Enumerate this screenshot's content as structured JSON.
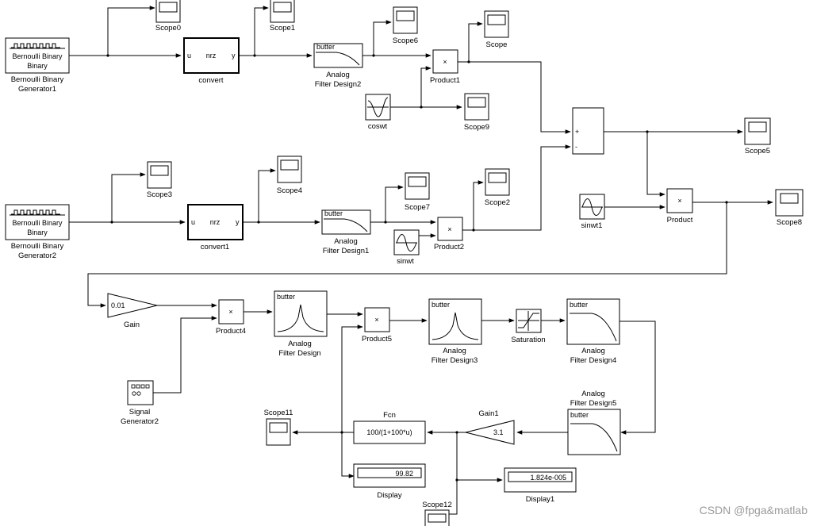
{
  "blocks": {
    "bern1_label": "Bernoulli Binary",
    "bern1_title_l1": "Bernoulli Binary",
    "bern1_title_l2": "Generator1",
    "bern2_label": "Bernoulli Binary",
    "bern2_title_l1": "Bernoulli Binary",
    "bern2_title_l2": "Generator2",
    "convert": "convert",
    "convert1": "convert1",
    "nrz": "nrz",
    "port_u": "u",
    "port_y": "y",
    "scope0": "Scope0",
    "scope1": "Scope1",
    "scope": "Scope",
    "scope2": "Scope2",
    "scope3": "Scope3",
    "scope4": "Scope4",
    "scope5": "Scope5",
    "scope6": "Scope6",
    "scope7": "Scope7",
    "scope8": "Scope8",
    "scope9": "Scope9",
    "scope11": "Scope11",
    "scope12": "Scope12",
    "butter": "butter",
    "afd2_l1": "Analog",
    "afd2_l2": "Filter Design2",
    "afd1_l1": "Analog",
    "afd1_l2": "Filter Design1",
    "afd_l1": "Analog",
    "afd_l2": "Filter Design",
    "afd3_l1": "Analog",
    "afd3_l2": "Filter Design3",
    "afd4_l1": "Analog",
    "afd4_l2": "Filter Design4",
    "afd5_l1": "Analog",
    "afd5_l2": "Filter Design5",
    "product": "Product",
    "product1": "Product1",
    "product2": "Product2",
    "product4": "Product4",
    "product5": "Product5",
    "times": "×",
    "coswt": "coswt",
    "sinwt": "sinwt",
    "sinwt1": "sinwt1",
    "plus": "+",
    "minus": "-",
    "gain_value": "0.01",
    "gain_label": "Gain",
    "gain1_value": "3.1",
    "gain1_label": "Gain1",
    "siggen_l1": "Signal",
    "siggen_l2": "Generator2",
    "saturation": "Saturation",
    "fcn_label": "Fcn",
    "fcn_expr": "100/(1+100*u)",
    "display_value": "99.82",
    "display_label": "Display",
    "display1_value": "1.824e-005",
    "display1_label": "Display1"
  },
  "watermark": "CSDN @fpga&matlab"
}
